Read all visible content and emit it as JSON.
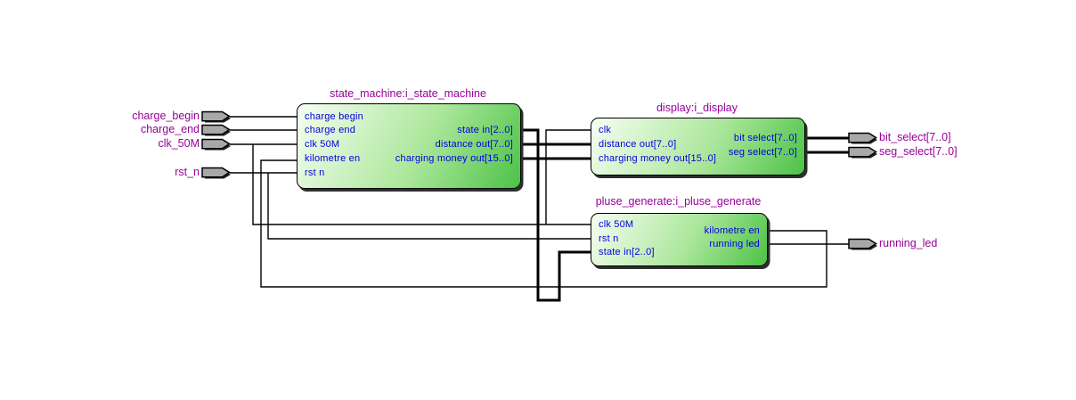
{
  "diagram": {
    "blocks": [
      {
        "id": "state_machine",
        "title": "state_machine:i_state_machine",
        "left_ports": [
          "charge begin",
          "charge end",
          "clk 50M",
          "kilometre en",
          "rst n"
        ],
        "right_ports": [
          "state in[2..0]",
          "distance out[7..0]",
          "charging money out[15..0]"
        ]
      },
      {
        "id": "display",
        "title": "display:i_display",
        "left_ports": [
          "clk",
          "distance out[7..0]",
          "charging money out[15..0]"
        ],
        "right_ports": [
          "bit select[7..0]",
          "seg select[7..0]"
        ]
      },
      {
        "id": "pluse_generate",
        "title": "pluse_generate:i_pluse_generate",
        "left_ports": [
          "clk 50M",
          "rst n",
          "state in[2..0]"
        ],
        "right_ports": [
          "kilometre en",
          "running led"
        ]
      }
    ],
    "input_pins": [
      "charge_begin",
      "charge_end",
      "clk_50M",
      "rst_n"
    ],
    "output_pins": [
      "bit_select[7..0]",
      "seg_select[7..0]",
      "running_led"
    ],
    "colors": {
      "background": "#ffffff",
      "block_title": "#990099",
      "port_text": "#0000dd",
      "pin_label": "#990099",
      "pin_fill": "#a8a8a8",
      "wire": "#000000",
      "block_fill_light": "#f6fef2",
      "block_fill_dark": "#4cc246"
    },
    "nets": [
      {
        "name": "charge_begin",
        "from": "pin charge_begin",
        "to": "state_machine.charge_begin"
      },
      {
        "name": "charge_end",
        "from": "pin charge_end",
        "to": "state_machine.charge_end"
      },
      {
        "name": "clk_50M",
        "from": "pin clk_50M",
        "to": "state_machine.clk_50M, display.clk, pluse_generate.clk_50M"
      },
      {
        "name": "rst_n",
        "from": "pin rst_n",
        "to": "state_machine.rst_n, pluse_generate.rst_n"
      },
      {
        "name": "state_in[2..0]",
        "from": "state_machine.state_in[2..0]",
        "to": "pluse_generate.state_in[2..0]"
      },
      {
        "name": "distance_out[7..0]",
        "from": "state_machine.distance_out[7..0]",
        "to": "display.distance_out[7..0]"
      },
      {
        "name": "charging_money_out[15..0]",
        "from": "state_machine.charging_money_out[15..0]",
        "to": "display.charging_money_out[15..0]"
      },
      {
        "name": "kilometre_en",
        "from": "pluse_generate.kilometre_en",
        "to": "state_machine.kilometre_en"
      },
      {
        "name": "bit_select[7..0]",
        "from": "display.bit_select[7..0]",
        "to": "pin bit_select[7..0]"
      },
      {
        "name": "seg_select[7..0]",
        "from": "display.seg_select[7..0]",
        "to": "pin seg_select[7..0]"
      },
      {
        "name": "running_led",
        "from": "pluse_generate.running_led",
        "to": "pin running_led"
      }
    ]
  }
}
